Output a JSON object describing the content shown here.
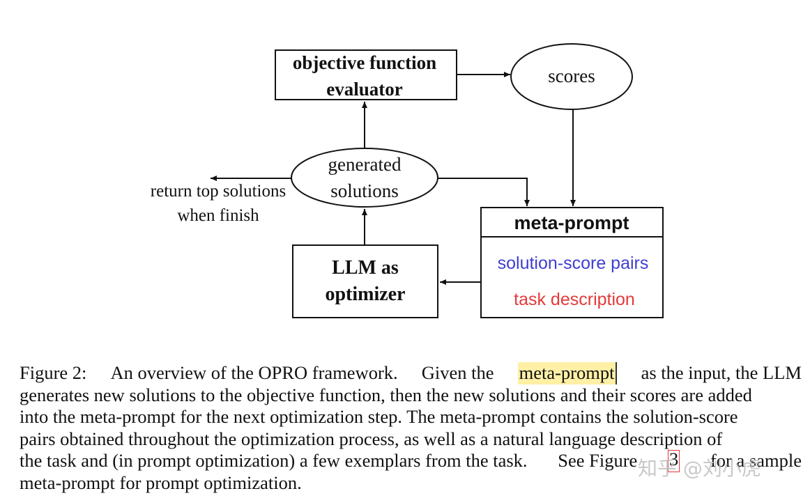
{
  "diagram": {
    "evaluator": {
      "line1": "objective function",
      "line2": "evaluator"
    },
    "scores": "scores",
    "generated": {
      "line1": "generated",
      "line2": "solutions"
    },
    "return_note": {
      "line1": "return top solutions",
      "line2": "when finish"
    },
    "llm": {
      "line1": "LLM as",
      "line2": "optimizer"
    },
    "meta_prompt": {
      "header": "meta-prompt",
      "pairs": "solution-score pairs",
      "task": "task description"
    },
    "colors": {
      "line": "#111111",
      "pairs_text": "#3e3ecf",
      "task_text": "#e43a3a",
      "highlight": "#fff0a6",
      "figref_box": "#ee3333"
    }
  },
  "caption": {
    "l1_a": "Figure 2:",
    "l1_b": "An overview of the OPRO framework.",
    "l1_c": "Given the",
    "l1_highlight": "meta-prompt",
    "l1_d": "as the input, the LLM",
    "l2": "generates new solutions to the objective function, then the new solutions and their scores are added",
    "l3": "into the meta-prompt for the next optimization step. The meta-prompt contains the solution-score",
    "l4": "pairs obtained throughout the optimization process, as well as a natural language description of",
    "l5_a": "the task and (in prompt optimization) a few exemplars from the task.",
    "l5_b": "See Figure",
    "l5_ref": "3",
    "l5_c": "for a sample",
    "l6": "meta-prompt for prompt optimization."
  },
  "watermark": "知乎 @刘小虎"
}
